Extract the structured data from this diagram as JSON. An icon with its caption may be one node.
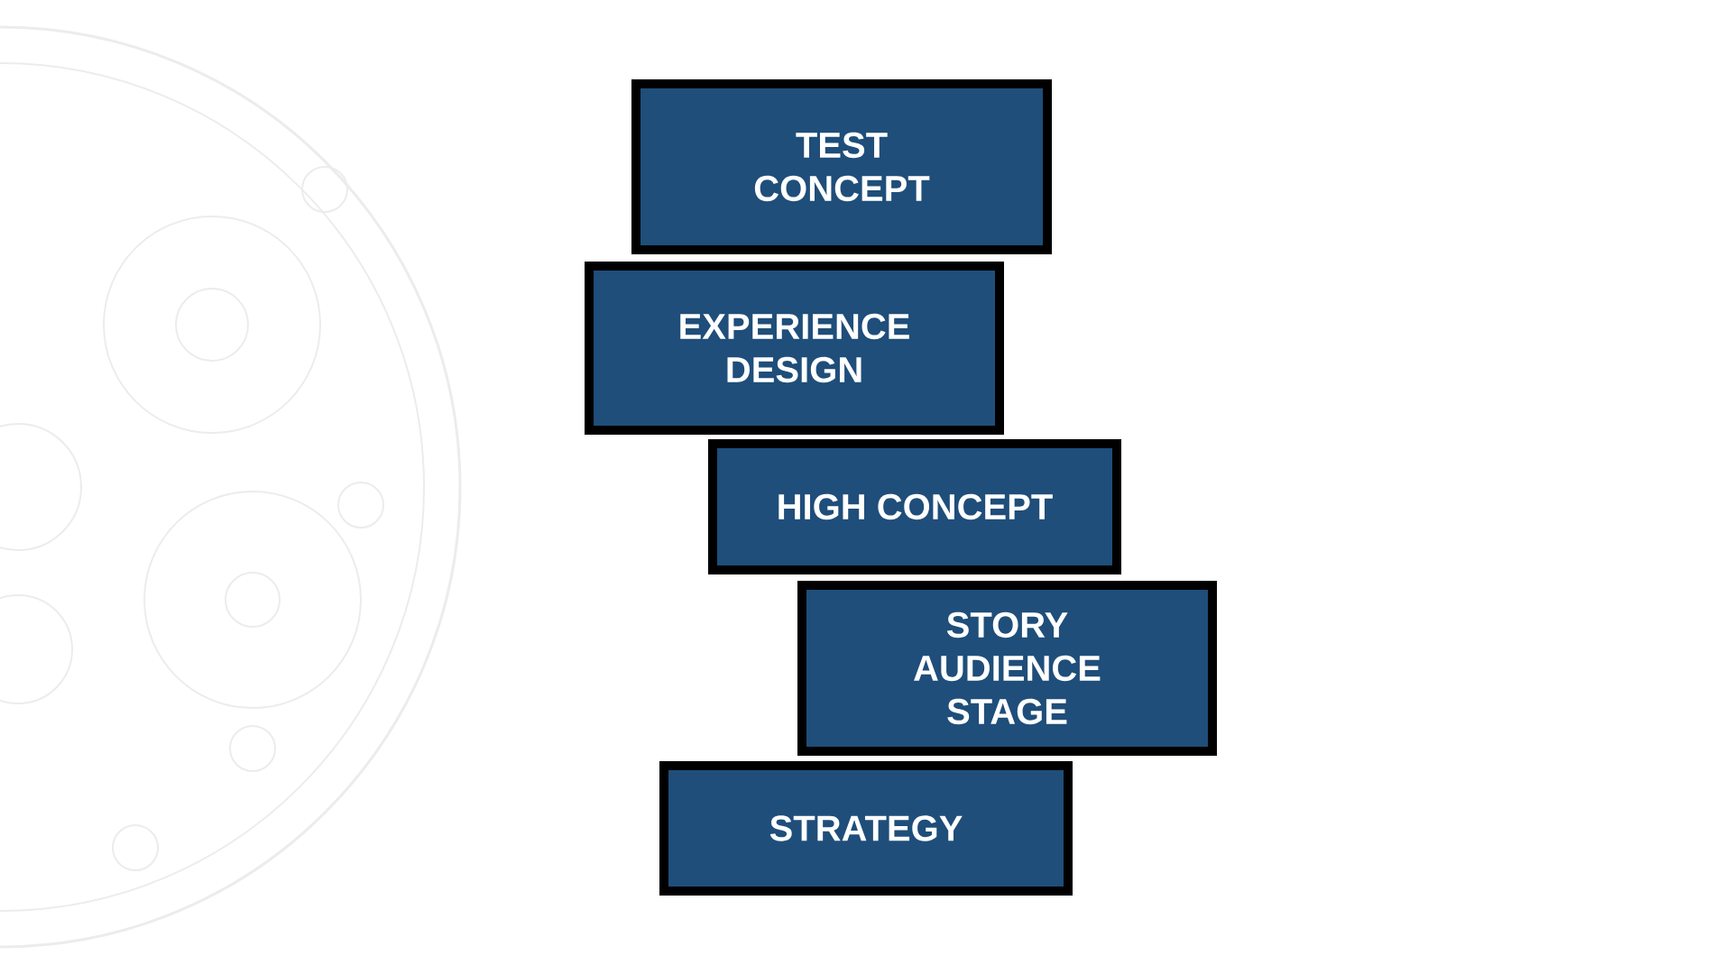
{
  "diagram": {
    "nodes": [
      {
        "text": [
          "TEST CONCEPT"
        ]
      },
      {
        "text": [
          "EXPERIENCE DESIGN"
        ]
      },
      {
        "text": [
          "HIGH CONCEPT"
        ]
      },
      {
        "text": [
          "STORY AUDIENCE STAGE"
        ]
      },
      {
        "text": [
          "STRATEGY"
        ]
      }
    ]
  }
}
